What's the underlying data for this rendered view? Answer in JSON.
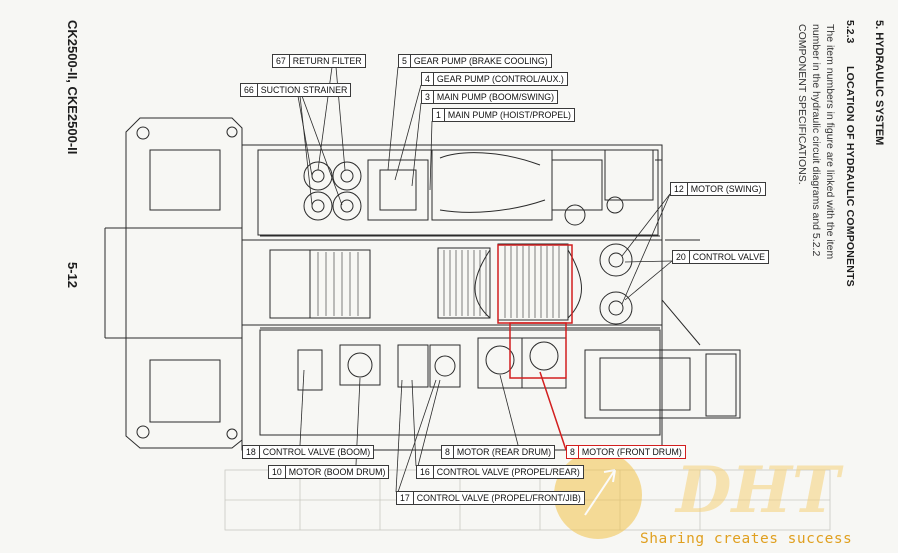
{
  "header": {
    "section": "5. HYDRAULIC SYSTEM",
    "subsection_number": "5.2.3",
    "subsection_title": "LOCATION OF HYDRAULIC COMPONENTS",
    "description_lines": [
      "The item numbers in figure are linked with the item",
      "number in the hydraulic circuit diagrams and 5.2.2",
      "COMPONENT SPECIFICATIONS."
    ]
  },
  "footer": {
    "model": "CK2500-II, CKE2500-II",
    "page_number": "5-12"
  },
  "labels": [
    {
      "num": "67",
      "text": "RETURN FILTER",
      "highlight": false
    },
    {
      "num": "66",
      "text": "SUCTION STRAINER",
      "highlight": false
    },
    {
      "num": "5",
      "text": "GEAR PUMP (BRAKE COOLING)",
      "highlight": false
    },
    {
      "num": "4",
      "text": "GEAR PUMP (CONTROL/AUX.)",
      "highlight": false
    },
    {
      "num": "3",
      "text": "MAIN PUMP (BOOM/SWING)",
      "highlight": false
    },
    {
      "num": "1",
      "text": "MAIN PUMP (HOIST/PROPEL)",
      "highlight": false
    },
    {
      "num": "12",
      "text": "MOTOR (SWING)",
      "highlight": false
    },
    {
      "num": "20",
      "text": "CONTROL VALVE",
      "highlight": false
    },
    {
      "num": "18",
      "text": "CONTROL VALVE (BOOM)",
      "highlight": false
    },
    {
      "num": "10",
      "text": "MOTOR (BOOM DRUM)",
      "highlight": false
    },
    {
      "num": "8",
      "text": "MOTOR (REAR DRUM)",
      "highlight": false
    },
    {
      "num": "8",
      "text": "MOTOR (FRONT DRUM)",
      "highlight": true
    },
    {
      "num": "16",
      "text": "CONTROL VALVE (PROPEL/REAR)",
      "highlight": false
    },
    {
      "num": "17",
      "text": "CONTROL VALVE (PROPEL/FRONT/JIB)",
      "highlight": false
    }
  ],
  "watermark": {
    "logo": "DHT",
    "tagline": "Sharing creates success"
  },
  "colors": {
    "highlight": "#d21f1f",
    "line": "#2b2b2b",
    "watermark": "#e0a020"
  }
}
